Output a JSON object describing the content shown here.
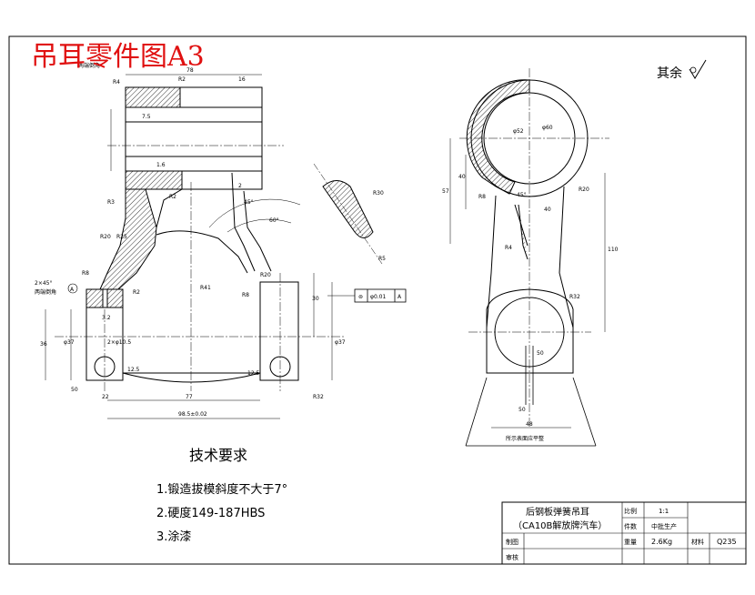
{
  "title": "吊耳零件图A3",
  "surface_note": "其余",
  "technical_requirements": {
    "heading": "技术要求",
    "items": [
      "1.锻造拔模斜度不大于7°",
      "2.硬度149-187HBS",
      "3.涂漆"
    ]
  },
  "title_block": {
    "part_name_1": "后钢板弹簧吊耳",
    "part_name_2": "（CA10B解放牌汽车）",
    "scale_label": "比例",
    "scale_value": "1:1",
    "qty_label": "件数",
    "qty_value": "中批生产",
    "drawn_label": "制图",
    "checked_label": "审核",
    "weight_label": "重量",
    "weight_value": "2.6Kg",
    "material_label": "材料",
    "material_value": "Q235"
  },
  "front_view": {
    "labels": {
      "both_ends_bevel": "两端倒角",
      "dim_78": "78",
      "dim_16": "16",
      "dim_r2_top": "R2",
      "dim_r4": "R4",
      "dim_7_5": "7.5",
      "dim_1_6": "1.6",
      "dim_r3": "R3",
      "dim_r2_mid": "R2",
      "dim_2": "2",
      "dim_45deg": "45°",
      "dim_60deg": "60°",
      "dim_r20_left": "R20",
      "dim_r25": "R25",
      "dim_r8_left": "R8",
      "dim_r2_bot": "R2",
      "dim_chamfer": "2×45°",
      "chamfer_note": "两端倒角",
      "dim_3_2": "3.2",
      "dim_bore_left": "φ37",
      "dim_36": "36",
      "dim_2phi10": "2×φ10.5",
      "dim_12_5_left": "12.5",
      "dim_50": "50",
      "dim_22": "22",
      "dim_77": "77",
      "dim_98": "98.5±0.02",
      "dim_r41": "R41",
      "dim_r20_right": "R20",
      "dim_r8_right": "R8",
      "dim_30": "30",
      "dim_bore_right": "φ37",
      "dim_12_5_right": "12.5",
      "dim_r32": "R32",
      "dim_r30_sec": "R30",
      "dim_r5": "R5",
      "tolerance_symbol": "⊚",
      "tolerance_value": "φ0.01",
      "datum": "A",
      "datum_tag": "A"
    }
  },
  "side_view": {
    "labels": {
      "dim_phi52": "φ52",
      "dim_phi60": "φ60",
      "dim_57": "57",
      "dim_40": "40",
      "dim_r8": "R8",
      "dim_45deg": "45°",
      "dim_40b": "40",
      "dim_r20": "R20",
      "dim_110": "110",
      "dim_r4": "R4",
      "dim_r32": "R32",
      "dim_50": "50",
      "dim_50b": "50",
      "dim_48": "48",
      "bottom_note": "所示表面应平整"
    }
  }
}
